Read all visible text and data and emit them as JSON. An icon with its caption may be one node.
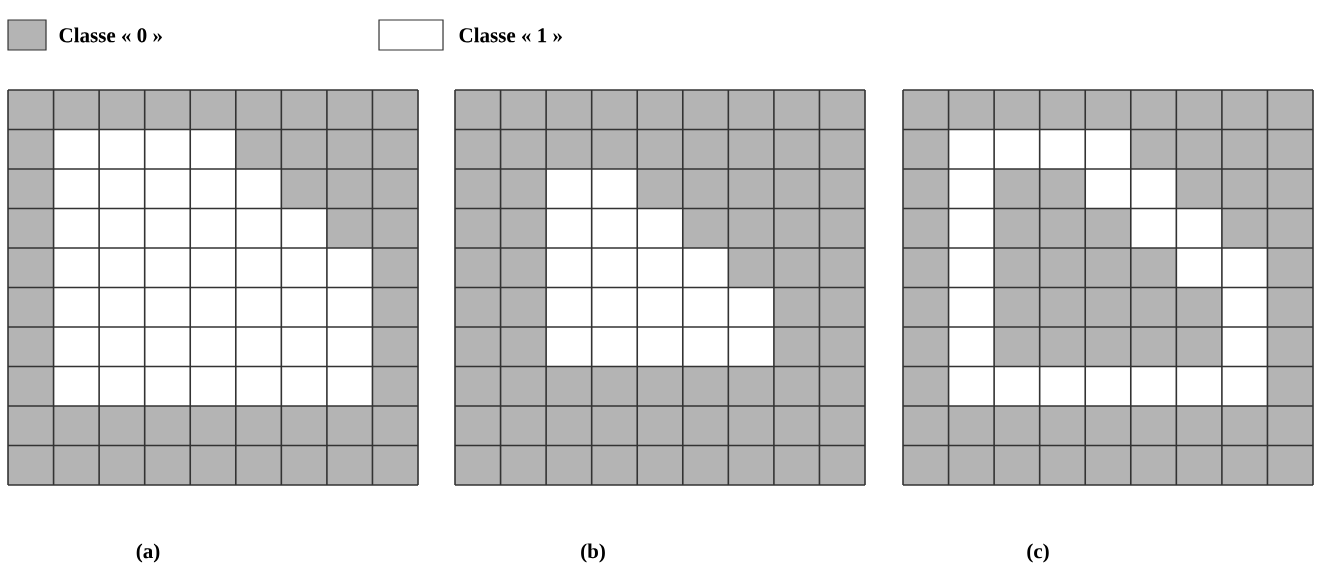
{
  "diagram": {
    "labels": [
      "(a)",
      "(b)",
      "(c)"
    ],
    "legend": [
      {
        "text": "Classe « 0 »",
        "color": "#b4b4b4"
      },
      {
        "text": "Classe « 1 »"
      }
    ]
  }
}
